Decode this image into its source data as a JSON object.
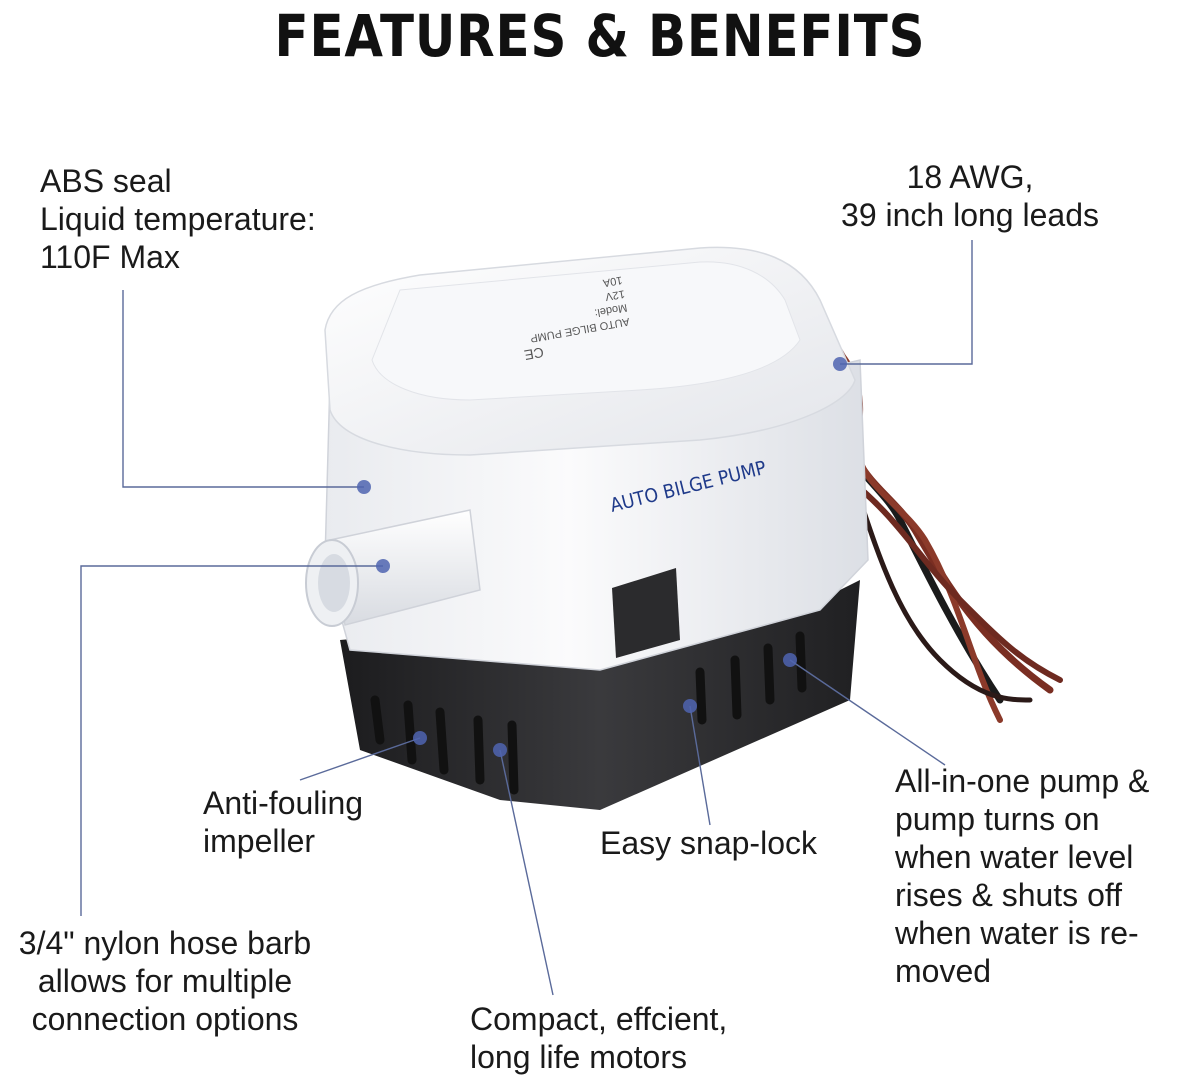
{
  "title": "FEATURES & BENEFITS",
  "pump": {
    "brand_text": "AUTO BILGE PUMP",
    "label_lines": [
      "AUTO BILGE PUMP",
      "Model:",
      "12V",
      "10A",
      "CE"
    ]
  },
  "callouts": {
    "abs_seal": [
      "ABS seal",
      "Liquid temperature:",
      "110F Max"
    ],
    "leads": [
      "18 AWG,",
      "39 inch long leads"
    ],
    "impeller": [
      "Anti-fouling",
      "impeller"
    ],
    "snap_lock": [
      "Easy snap-lock"
    ],
    "auto_switch": [
      "All-in-one pump &",
      "pump turns on",
      "when water level",
      "rises & shuts off",
      "when water is re-",
      "moved"
    ],
    "hose_barb": [
      "3/4\" nylon hose barb",
      "allows for multiple",
      "connection options"
    ],
    "motors": [
      "Compact, effcient,",
      "long life motors"
    ]
  },
  "colors": {
    "leader_line": "#5a6a9a",
    "dot": "#4f64b0",
    "pump_body": "#f4f5f7",
    "pump_base": "#2a2a2c",
    "wire_red": "#7a2e22",
    "brand_text": "#1f3a8a"
  }
}
